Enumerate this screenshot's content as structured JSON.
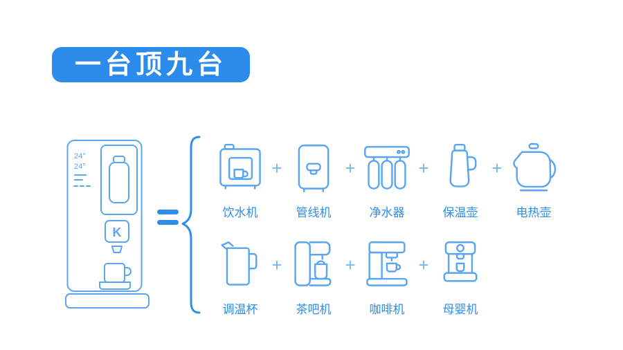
{
  "banner": {
    "title": "一台顶九台"
  },
  "colors": {
    "accent": "#2e8de9",
    "line": "#5aa5ee",
    "plus": "#79b7f1",
    "banner": "#2b8ceb"
  },
  "symbols": {
    "equals": "=",
    "plus": "+"
  },
  "main_product": {
    "icon": "main-water-dispenser-illustration",
    "display": [
      "24°",
      "24°"
    ],
    "logo": "K"
  },
  "appliances": {
    "row1": [
      {
        "label": "饮水机",
        "icon": "water-dispenser-icon"
      },
      {
        "label": "管线机",
        "icon": "pipeline-machine-icon"
      },
      {
        "label": "净水器",
        "icon": "water-purifier-icon"
      },
      {
        "label": "保温壶",
        "icon": "thermos-icon"
      },
      {
        "label": "电热壶",
        "icon": "electric-kettle-icon"
      }
    ],
    "row2": [
      {
        "label": "调温杯",
        "icon": "temperature-cup-icon"
      },
      {
        "label": "茶吧机",
        "icon": "tea-bar-machine-icon"
      },
      {
        "label": "咖啡机",
        "icon": "coffee-machine-icon"
      },
      {
        "label": "母婴机",
        "icon": "mother-baby-machine-icon"
      }
    ]
  }
}
